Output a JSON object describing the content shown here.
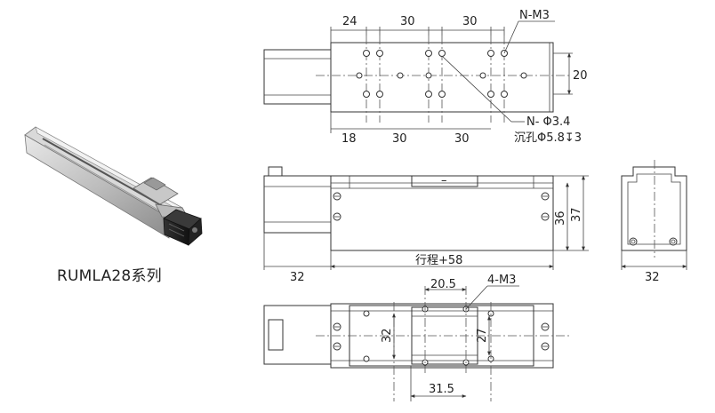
{
  "product": {
    "series_name": "RUMLA28系列"
  },
  "top_view": {
    "dims_top": [
      "24",
      "30",
      "30"
    ],
    "dims_bottom": [
      "18",
      "30",
      "30"
    ],
    "dim_right": "20",
    "callout_nm3": "N-M3",
    "callout_nphi": "N- Φ3.4",
    "callout_counterbore": "沉孔Φ5.8↧3"
  },
  "side_view": {
    "dim_36": "36",
    "dim_37": "37",
    "dim_left": "32",
    "dim_stroke": "行程+58",
    "slot_mark": "–"
  },
  "end_view": {
    "dim_width": "32"
  },
  "bottom_view": {
    "dim_205": "20.5",
    "dim_4m3": "4-M3",
    "dim_32": "32",
    "dim_27": "27",
    "dim_315": "31.5"
  }
}
